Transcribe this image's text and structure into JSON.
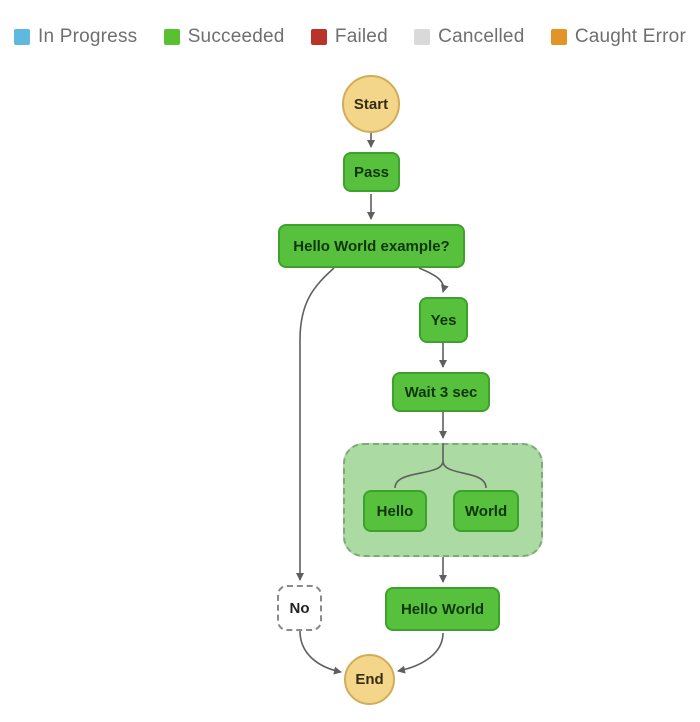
{
  "legend": {
    "items": [
      {
        "label": "In Progress",
        "color": "#5fb8e0"
      },
      {
        "label": "Succeeded",
        "color": "#59c131"
      },
      {
        "label": "Failed",
        "color": "#b8342a"
      },
      {
        "label": "Cancelled",
        "color": "#d9d9d9"
      },
      {
        "label": "Caught Error",
        "color": "#e39426"
      }
    ]
  },
  "diagram": {
    "type": "state-machine-graph",
    "nodes": {
      "start": {
        "label": "Start",
        "status": "start"
      },
      "pass": {
        "label": "Pass",
        "status": "succeeded"
      },
      "choice": {
        "label": "Hello World example?",
        "status": "succeeded"
      },
      "yes": {
        "label": "Yes",
        "status": "succeeded"
      },
      "wait": {
        "label": "Wait 3 sec",
        "status": "succeeded"
      },
      "parallel": {
        "label": "",
        "status": "succeeded-group"
      },
      "hello": {
        "label": "Hello",
        "status": "succeeded"
      },
      "world": {
        "label": "World",
        "status": "succeeded"
      },
      "no": {
        "label": "No",
        "status": "not-executed"
      },
      "hello_world": {
        "label": "Hello World",
        "status": "succeeded"
      },
      "end": {
        "label": "End",
        "status": "end"
      }
    },
    "edges": [
      "start->pass",
      "pass->choice",
      "choice->no",
      "choice->yes",
      "yes->wait",
      "wait->parallel",
      "parallel->hello",
      "parallel->world",
      "parallel->hello_world",
      "no->end",
      "hello_world->end"
    ],
    "colors": {
      "succeeded_fill": "#57c03c",
      "succeeded_border": "#3da22b",
      "parallel_group_fill": "#abdba2",
      "start_end_fill": "#f3d689",
      "start_end_border": "#d2ac57",
      "edge_stroke": "#5f5f5f"
    }
  }
}
